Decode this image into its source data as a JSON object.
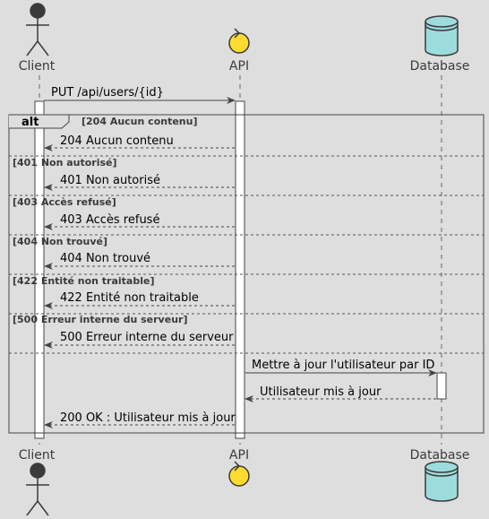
{
  "participants": {
    "client": "Client",
    "api": "API",
    "database": "Database"
  },
  "request": "PUT /api/users/{id}",
  "fragment": {
    "keyword": "alt",
    "guards": [
      "[204 Aucun contenu]",
      "[401 Non autorisé]",
      "[403 Accès refusé]",
      "[404 Non trouvé]",
      "[422 Entité non traitable]",
      "[500 Erreur interne du serveur]"
    ],
    "responses": [
      "204 Aucun contenu",
      "401 Non autorisé",
      "403 Accès refusé",
      "404 Non trouvé",
      "422 Entité non traitable",
      "500 Erreur interne du serveur"
    ],
    "db_call": "Mettre à jour l'utilisateur par ID",
    "db_return": "Utilisateur mis à jour",
    "final_response": "200 OK : Utilisateur mis à jour"
  },
  "colors": {
    "background": "#dedede",
    "actor": "#3a3a3a",
    "control": "#fedb2f",
    "database": "#9ddcdc",
    "line": "#444444"
  }
}
